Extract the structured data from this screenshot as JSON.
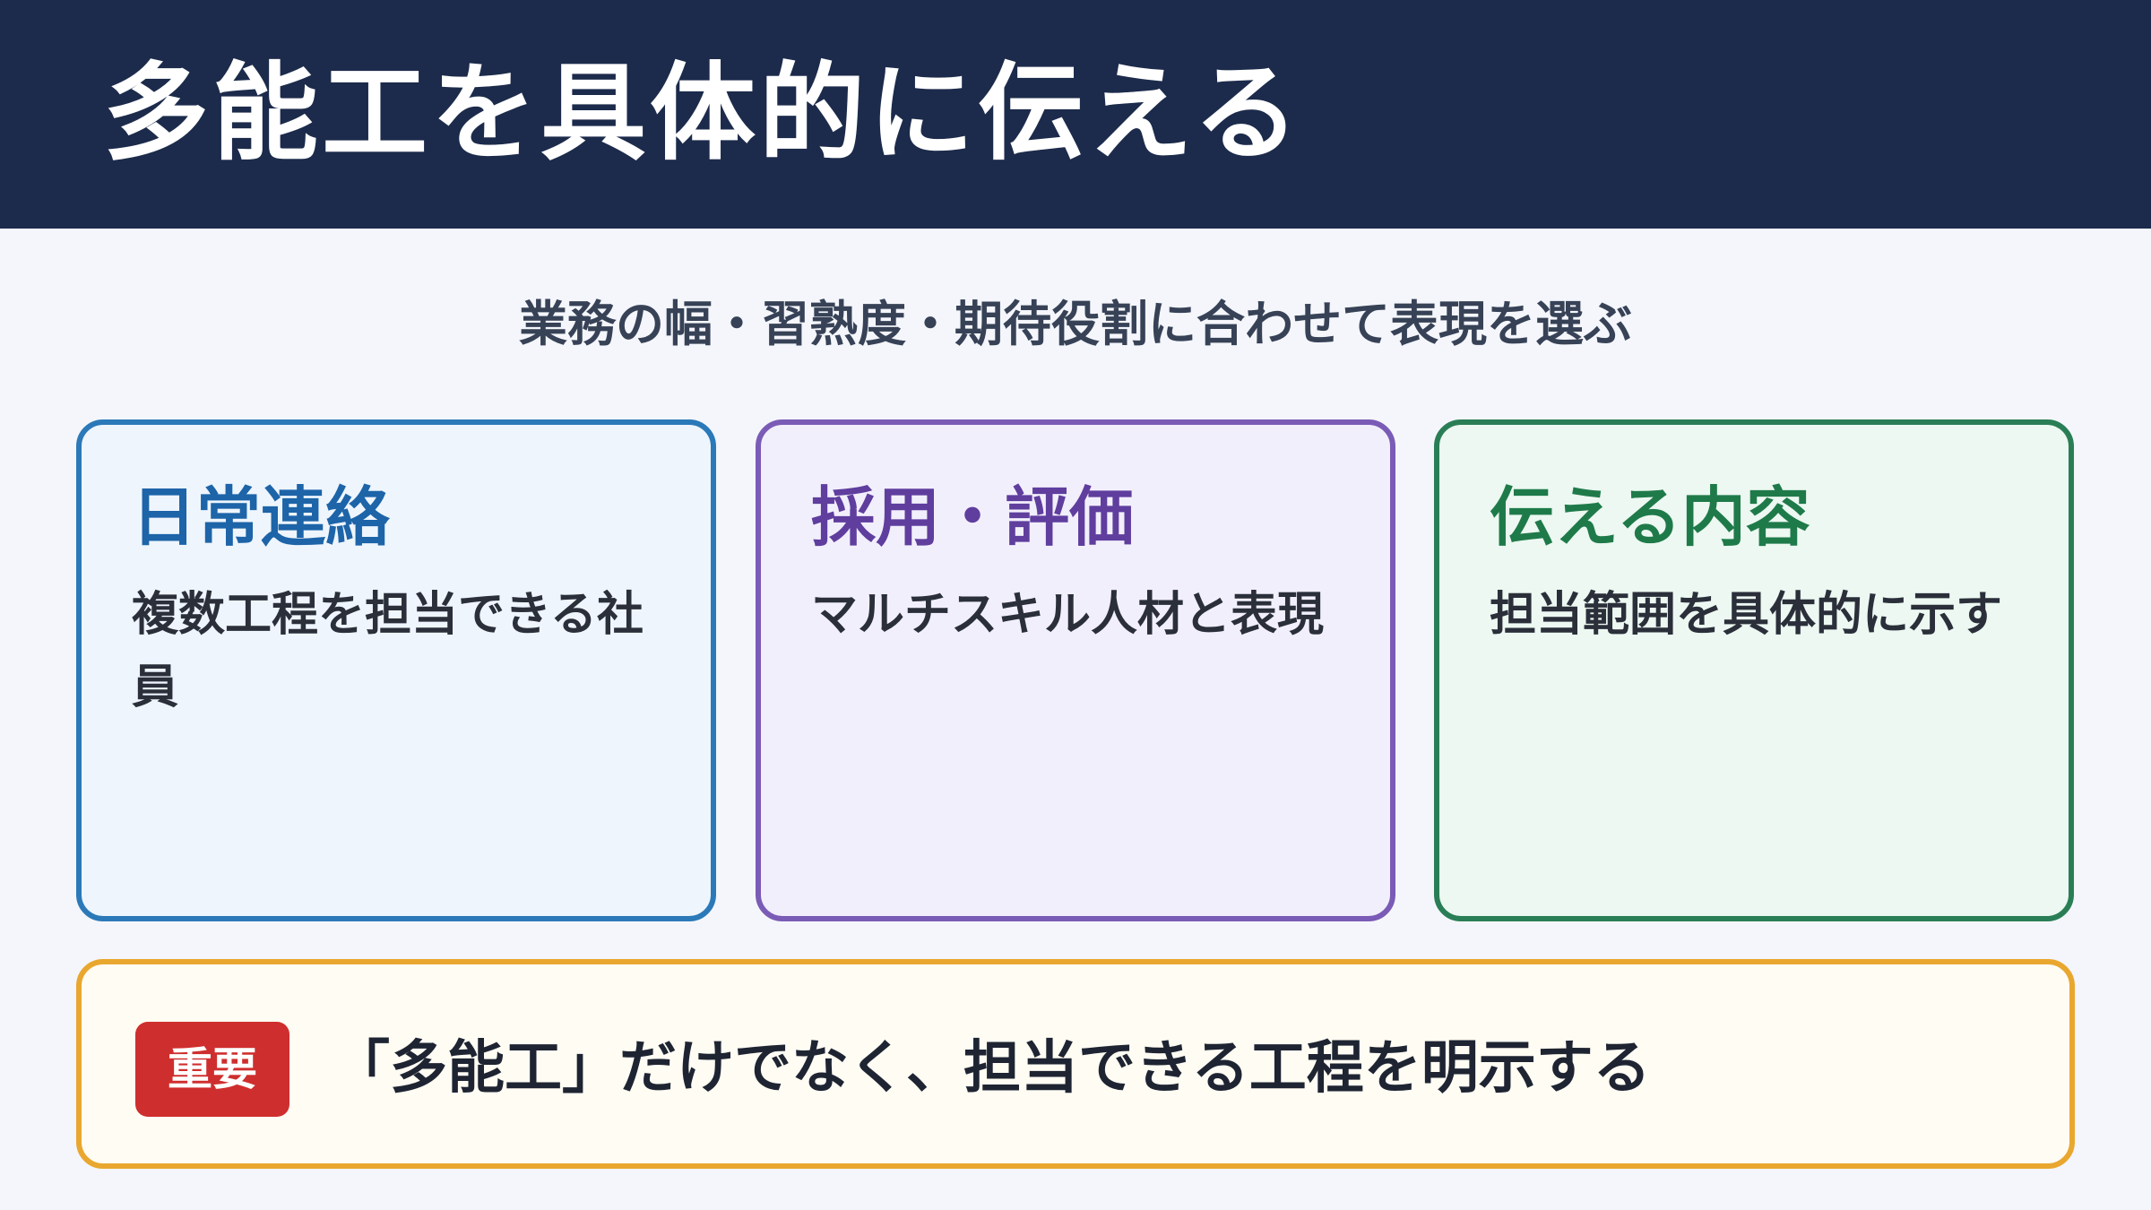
{
  "header": {
    "title": "多能工を具体的に伝える"
  },
  "subtitle": "業務の幅・習熟度・期待役割に合わせて表現を選ぶ",
  "cards": [
    {
      "heading": "日常連絡",
      "body": "複数工程を担当できる社員",
      "accent": "#2b79b8"
    },
    {
      "heading": "採用・評価",
      "body": "マルチスキル人材と表現",
      "accent": "#7a5bb6"
    },
    {
      "heading": "伝える内容",
      "body": "担当範囲を具体的に示す",
      "accent": "#2a7e56"
    }
  ],
  "notice": {
    "badge": "重要",
    "text": "「多能工」だけでなく、担当できる工程を明示する",
    "border_color": "#e9a72f",
    "badge_color": "#cf2e2e"
  },
  "colors": {
    "header_bg": "#1c2b4b",
    "page_bg": "#f4f6fb"
  }
}
